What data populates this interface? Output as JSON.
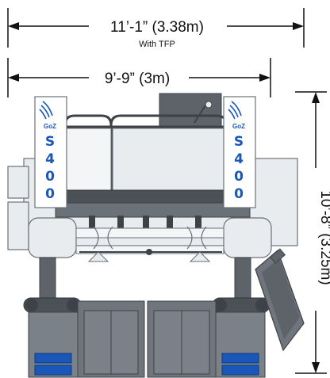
{
  "dimensions": {
    "overall_width_with_tfp": "11’-1” (3.38m)",
    "tfp_note": "With TFP",
    "width": "9’-9” (3m)",
    "height": "10’-8” (3.25m)"
  },
  "brand": {
    "logo_text": "GoZ",
    "model_left": [
      "S",
      "4",
      "0",
      "0"
    ],
    "model_right": [
      "S",
      "4",
      "0",
      "0"
    ]
  },
  "colors": {
    "steel": "#e9ecef",
    "steel_stroke": "#6b7178",
    "dark_gray": "#5d6369",
    "track_gray": "#6f757c",
    "accent_blue": "#1a57b8",
    "outline": "#3d4247"
  }
}
